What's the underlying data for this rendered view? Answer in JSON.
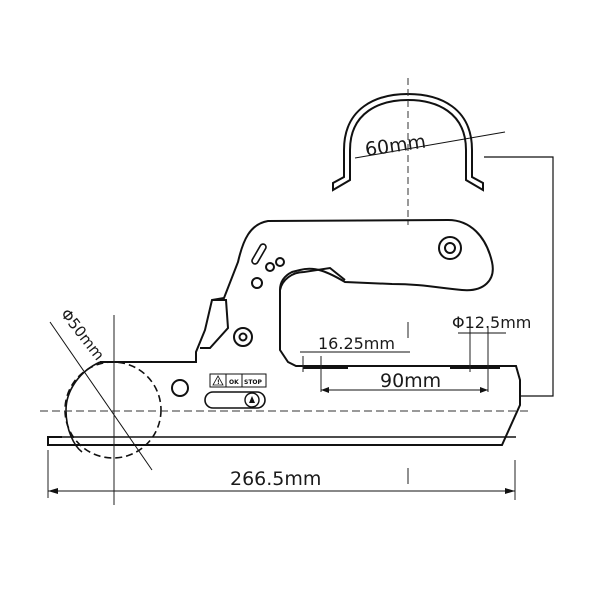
{
  "diagram": {
    "dimensions": {
      "clamp_width": "60mm",
      "ball_diameter": "Φ50mm",
      "hole_offset": "16.25mm",
      "hole_diameter": "Φ12.5mm",
      "hole_spacing": "90mm",
      "total_length": "266.5mm"
    },
    "safety_label": {
      "warning": "!",
      "ok": "OK",
      "stop": "STOP"
    }
  },
  "colors": {
    "line": "#111111",
    "dashed": "#333333"
  }
}
